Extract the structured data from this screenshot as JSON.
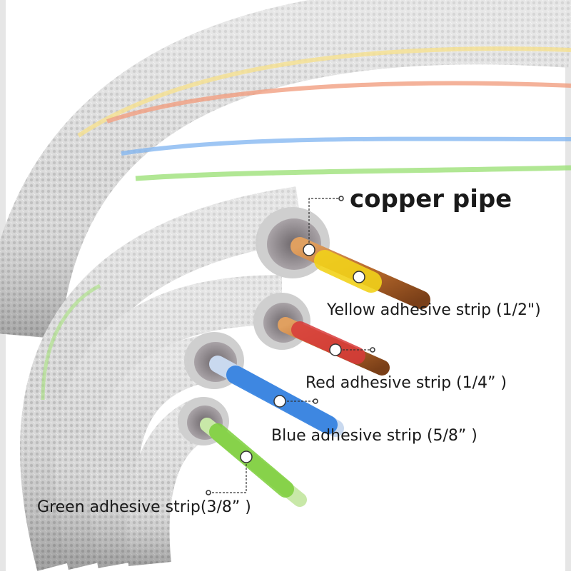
{
  "labels": {
    "copper_pipe": "copper pipe",
    "yellow_strip": "Yellow adhesive strip (1/2\")",
    "red_strip": "Red adhesive strip (1/4” )",
    "blue_strip": "Blue adhesive strip (5/8” )",
    "green_strip": "Green adhesive strip(3/8” )"
  },
  "colors": {
    "insulation": "#d6d6d6",
    "insulation_shadow": "#9a9a9a",
    "foam_core": "#8a8488",
    "copper": "#c07a3a",
    "yellow": "#f2d21a",
    "red": "#d93a3a",
    "blue": "#2f7fe0",
    "green": "#7ccf3a",
    "text": "#1a1a1a"
  }
}
